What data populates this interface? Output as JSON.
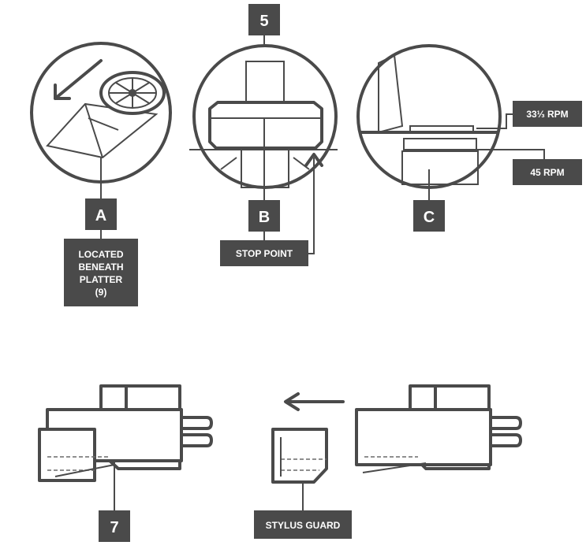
{
  "step_5": {
    "label": "5"
  },
  "step_7": {
    "label": "7"
  },
  "panel_a": {
    "letter": "A",
    "note_lines": [
      "LOCATED",
      "BENEATH",
      "PLATTER",
      "(9)"
    ]
  },
  "panel_b": {
    "letter": "B",
    "callout": "STOP POINT"
  },
  "panel_c": {
    "letter": "C",
    "speed_top": "33⅓ RPM",
    "speed_bottom": "45 RPM"
  },
  "stylus": {
    "guard_label": "STYLUS GUARD"
  }
}
